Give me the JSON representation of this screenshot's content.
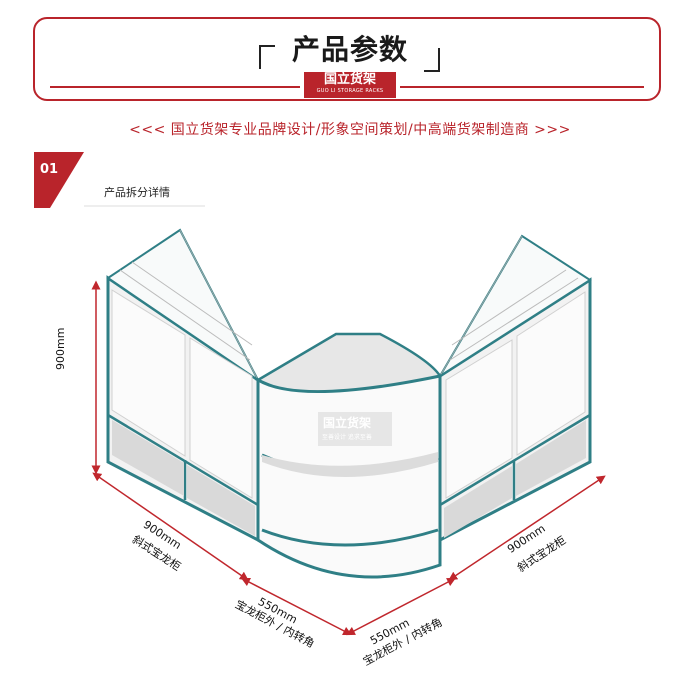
{
  "header": {
    "title": "产品参数",
    "logo_cn": "国立货架",
    "logo_en": "GUO LI STORAGE RACKS"
  },
  "slogan": "<<< 国立货架专业品牌设计/形象空间策划/中高端货架制造商 >>>",
  "section": {
    "number": "01",
    "title": "产品拆分详情"
  },
  "product": {
    "watermark_cn": "国立货架",
    "watermark_sub": "至善设计 追求至善",
    "height_label": "900mm",
    "left_len": "900mm",
    "left_name": "斜式宝龙柜",
    "corner1_len": "550mm",
    "corner1_name": "宝龙柜外 / 内转角",
    "corner2_len": "550mm",
    "corner2_name": "宝龙柜外 / 内转角",
    "right_len": "900mm",
    "right_name": "斜式宝龙柜"
  },
  "colors": {
    "brand_red": "#b9242b",
    "frame_teal": "#2f7f86",
    "dim_red": "#c0272d"
  }
}
